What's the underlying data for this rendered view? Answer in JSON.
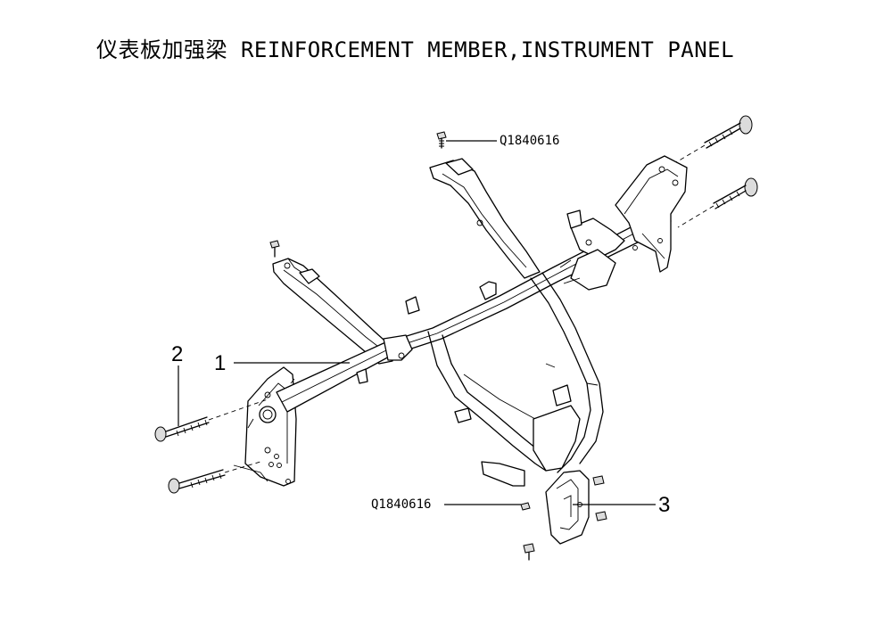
{
  "title": "仪表板加强梁 REINFORCEMENT MEMBER,INSTRUMENT PANEL",
  "callouts": {
    "c1": "1",
    "c2": "2",
    "c3": "3"
  },
  "part_numbers": {
    "top_bolt": "Q1840616",
    "bottom_bolt": "Q1840616"
  }
}
